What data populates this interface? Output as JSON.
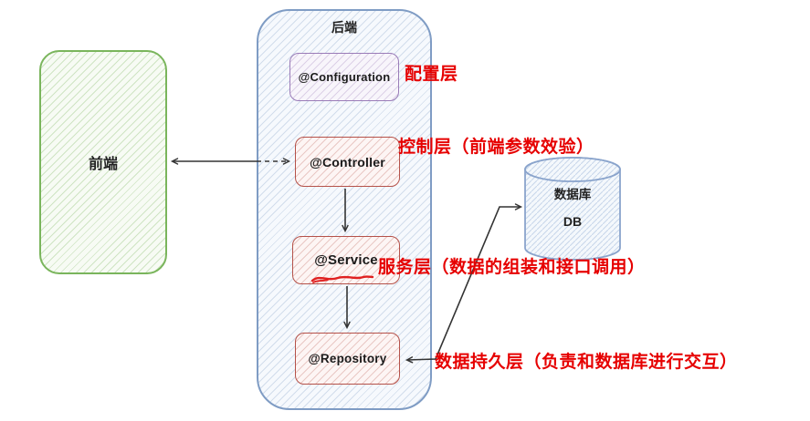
{
  "frontend": {
    "label": "前端"
  },
  "backend": {
    "title": "后端",
    "layers": [
      {
        "box_label": "@Configuration",
        "annotation": "配置层"
      },
      {
        "box_label": "@Controller",
        "annotation": "控制层（前端参数效验）"
      },
      {
        "box_label": "@Service",
        "annotation": "服务层（数据的组装和接口调用）"
      },
      {
        "box_label": "@Repository",
        "annotation": "数据持久层（负责和数据库进行交互）"
      }
    ]
  },
  "database": {
    "label": "数据库",
    "sublabel": "DB"
  },
  "connections": [
    {
      "from": "前端",
      "to": "@Controller",
      "style": "double-headed, solid outside backend, dashed inside"
    },
    {
      "from": "@Controller",
      "to": "@Service",
      "style": "arrow-down"
    },
    {
      "from": "@Service",
      "to": "@Repository",
      "style": "arrow-down"
    },
    {
      "from": "@Repository",
      "to": "数据库 DB",
      "style": "double-headed polyline"
    }
  ],
  "colors": {
    "annotation_red": "#e60000",
    "frontend_border": "#7ab55c",
    "backend_border": "#7f9cc4",
    "configuration_border": "#9a7cb8",
    "layer_box_border": "#b5524a",
    "database_border": "#8aa4cc",
    "arrow": "#333333",
    "service_underline": "#e02020"
  }
}
